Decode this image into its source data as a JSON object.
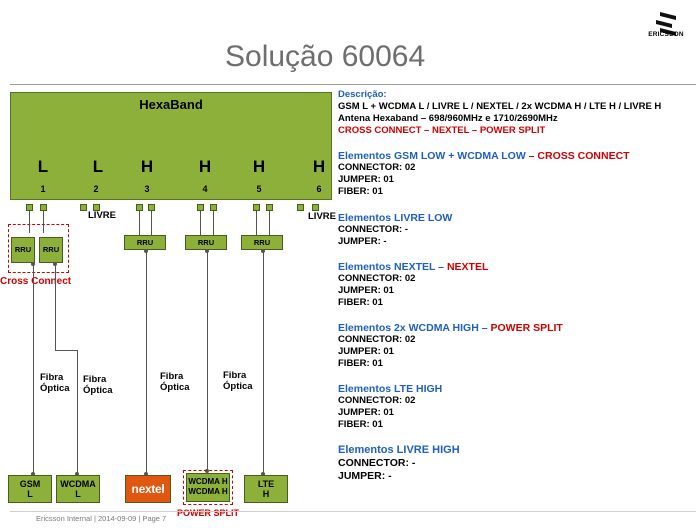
{
  "title": "Solução 60064",
  "logo": {
    "text": "ERICSSON",
    "icon": "ericsson-icon"
  },
  "antenna": {
    "title": "HexaBand",
    "bands": [
      "L",
      "L",
      "H",
      "H",
      "H",
      "H"
    ],
    "ports": [
      "1",
      "2",
      "3",
      "4",
      "5",
      "6"
    ]
  },
  "diagram": {
    "livre_label_1": "LIVRE",
    "livre_label_2": "LIVRE",
    "rru_label": "RRU",
    "cross_connect": "Cross Connect",
    "power_split": "POWER SPLIT",
    "fibra_1": "Fibra\nÓptica",
    "fibra_2": "Fibra\nÓptica",
    "fibra_3": "Fibra\nÓptica",
    "fibra_4": "Fibra\nÓptica",
    "endpoints": {
      "gsm": "GSM\nL",
      "wcdma": "WCDMA\nL",
      "nextel": "nextel",
      "wcdma_h": "WCDMA H\nWCDMA H",
      "lte": "LTE\nH"
    }
  },
  "description": {
    "heading": "Descrição:",
    "line1": "GSM L + WCDMA L / LIVRE L / NEXTEL / 2x WCDMA H / LTE H / LIVRE H",
    "line2": "Antena Hexaband – 698/960MHz  e  1710/2690MHz",
    "line3": "CROSS CONNECT – NEXTEL – POWER SPLIT"
  },
  "sections": [
    {
      "head_blue": "Elementos  GSM LOW + WCDMA LOW",
      "head_red": " – CROSS CONNECT",
      "lines": [
        "CONNECTOR: 02",
        "JUMPER: 01",
        "FIBER: 01"
      ]
    },
    {
      "head_blue": "Elementos  LIVRE LOW",
      "head_red": "",
      "lines": [
        "CONNECTOR: -",
        "JUMPER: -"
      ]
    },
    {
      "head_blue": "Elementos  NEXTEL – ",
      "head_red": " NEXTEL",
      "lines": [
        "CONNECTOR: 02",
        "JUMPER: 01",
        "FIBER: 01"
      ]
    },
    {
      "head_blue": "Elementos 2x WCDMA HIGH – ",
      "head_red": " POWER SPLIT",
      "lines": [
        "CONNECTOR: 02",
        "JUMPER: 01",
        "FIBER: 01"
      ]
    },
    {
      "head_blue": "Elementos  LTE HIGH",
      "head_red": "",
      "lines": [
        "CONNECTOR: 02",
        "JUMPER: 01",
        "FIBER: 01"
      ]
    },
    {
      "head_blue": "Elementos  LIVRE HIGH",
      "head_red": "",
      "lines": [
        "CONNECTOR: -",
        "JUMPER: -"
      ]
    }
  ],
  "footer": "Ericsson Internal  |  2014-09-09  |  Page 7"
}
